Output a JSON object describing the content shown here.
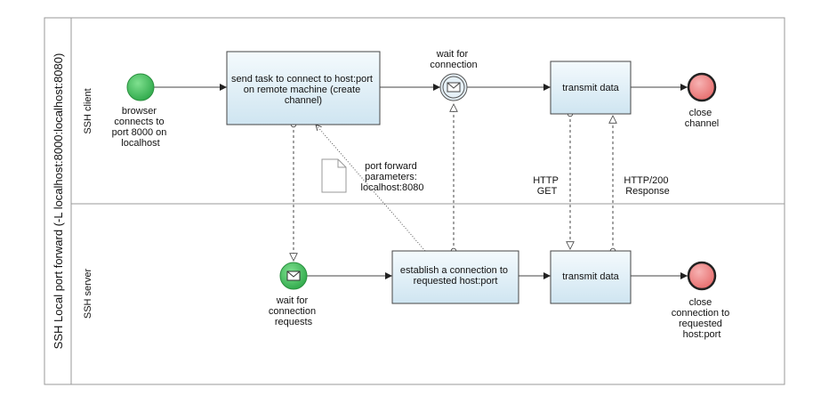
{
  "pool": {
    "title": "SSH Local port forward (-L localhost:8000:localhost:8080)",
    "lanes": [
      "SSH client",
      "SSH server"
    ]
  },
  "nodes": {
    "start_event": [
      "browser",
      "connects to",
      "port 8000 on",
      "localhost"
    ],
    "send_task": [
      "send task to connect to host:port",
      "on remote machine (create",
      "channel)"
    ],
    "wait_connection": [
      "wait for",
      "connection"
    ],
    "transmit_client": [
      "transmit data"
    ],
    "close_channel": [
      "close",
      "channel"
    ],
    "wait_requests": [
      "wait for",
      "connection",
      "requests"
    ],
    "establish": [
      "establish a connection to",
      "requested host:port"
    ],
    "transmit_server": [
      "transmit data"
    ],
    "close_connection": [
      "close",
      "connection to",
      "requested",
      "host:port"
    ],
    "annotation": [
      "port forward",
      "parameters:",
      "localhost:8080"
    ],
    "http_get": [
      "HTTP",
      "GET"
    ],
    "http_response": [
      "HTTP/200",
      "Response"
    ]
  },
  "colors": {
    "task_fill_top": "#f4fafd",
    "task_fill_bottom": "#cfe5f1",
    "start_green": "#3cba54",
    "end_red": "#ee7b7b",
    "line": "#444444",
    "pool_border": "#999999"
  }
}
